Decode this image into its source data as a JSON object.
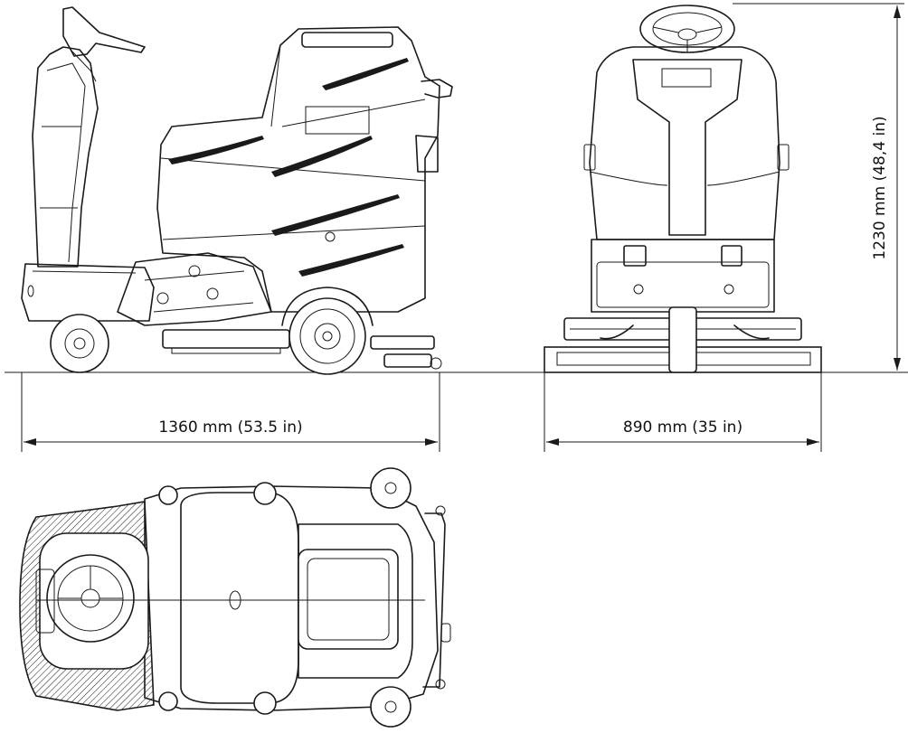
{
  "dimensions": {
    "length_label": "1360 mm (53.5 in)",
    "width_label": "890 mm (35 in)",
    "height_label": "1230 mm (48,4 in)"
  }
}
